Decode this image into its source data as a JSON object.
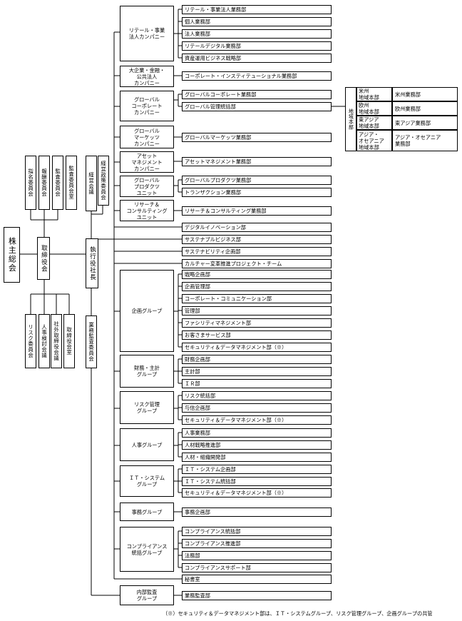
{
  "top": {
    "shareholders": "株主総会",
    "board": "取締役会",
    "ceo": "執行役社長"
  },
  "board_committees_upper": [
    "指名委員会",
    "報酬委員会",
    "監査委員会",
    "監査委員会室"
  ],
  "board_committees_lower": [
    "リスク委員会",
    "人事検討会議",
    "社外取締役会議",
    "取締役会室"
  ],
  "ceo_upper": [
    "経営会議",
    "経営政策委員会"
  ],
  "ceo_lower": [
    "業務監査委員会"
  ],
  "companies": [
    {
      "name": "リテール・事業\n法人カンパニー",
      "depts": [
        "リテール・事業法人業務部",
        "個人業務部",
        "法人業務部",
        "リテールデジタル業務部",
        "資産運用ビジネス戦略部"
      ]
    },
    {
      "name": "大企業・金融・\n公共法人\nカンパニー",
      "depts": [
        "コーポレート・インスティテューショナル業務部"
      ]
    },
    {
      "name": "グローバル\nコーポレート\nカンパニー",
      "depts": [
        "グローバルコーポレート業務部",
        "グローバル管理統括部"
      ]
    },
    {
      "name": "グローバル\nマーケッツ\nカンパニー",
      "depts": [
        "グローバルマーケッツ業務部"
      ]
    },
    {
      "name": "アセット\nマネジメント\nカンパニー",
      "depts": [
        "アセットマネジメント業務部"
      ]
    },
    {
      "name": "グローバル\nプロダクツ\nユニット",
      "depts": [
        "グローバルプロダクツ業務部",
        "トランザクション業務部"
      ]
    },
    {
      "name": "リサーチ＆\nコンサルティング\nユニット",
      "depts": [
        "リサーチ＆コンサルティング業務部"
      ]
    }
  ],
  "standalone": [
    "デジタルイノベーション部",
    "サステナブルビジネス部",
    "サステナビリティ企画部",
    "カルチャー変革推進プロジェクト・チーム"
  ],
  "groups": [
    {
      "name": "企画グループ",
      "depts": [
        "戦略企画部",
        "企画管理部",
        "コーポレート・コミュニケーション部",
        "管理部",
        "ファシリティマネジメント部",
        "お客さまサービス部",
        "セキュリティ＆データマネジメント部（※）"
      ]
    },
    {
      "name": "財務・主計\nグループ",
      "depts": [
        "財務企画部",
        "主計部",
        "ＩＲ部"
      ]
    },
    {
      "name": "リスク管理\nグループ",
      "depts": [
        "リスク統括部",
        "与信企画部",
        "セキュリティ＆データマネジメント部（※）"
      ]
    },
    {
      "name": "人事グループ",
      "depts": [
        "人事業務部",
        "人材戦略推進部",
        "人材・組織開発部"
      ]
    },
    {
      "name": "ＩＴ・システム\nグループ",
      "depts": [
        "ＩＴ・システム企画部",
        "ＩＴ・システム統括部",
        "セキュリティ＆データマネジメント部（※）"
      ]
    },
    {
      "name": "事務グループ",
      "depts": [
        "事務企画部"
      ]
    },
    {
      "name": "コンプライアンス\n統括グループ",
      "depts": [
        "コンプライアンス統括部",
        "コンプライアンス推進部",
        "法務部",
        "コンプライアンスサポート部"
      ]
    }
  ],
  "secretariat": "秘書室",
  "audit": {
    "name": "内部監査\nグループ",
    "dept": "業務監査部"
  },
  "regional": {
    "label": "地域本部",
    "rows": [
      {
        "hq": "米州\n地域本部",
        "dept": "米州業務部"
      },
      {
        "hq": "欧州\n地域本部",
        "dept": "欧州業務部"
      },
      {
        "hq": "東アジア\n地域本部",
        "dept": "東アジア業務部"
      },
      {
        "hq": "アジア・\nオセアニア\n地域本部",
        "dept": "アジア・オセアニア\n業務部"
      }
    ]
  },
  "footnote": "（※）セキュリティ＆データマネジメント部は、ＩＴ・システムグループ、リスク管理グループ、企画グループの共管"
}
